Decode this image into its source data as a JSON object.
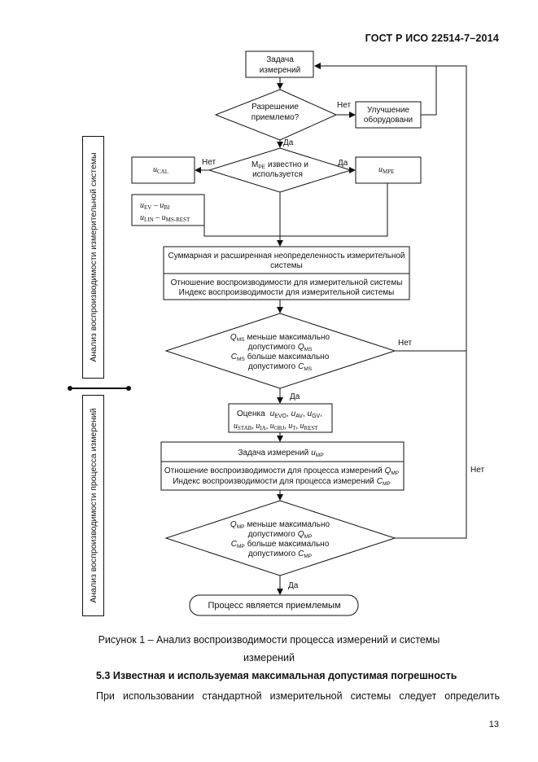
{
  "header": {
    "standard": "ГОСТ Р ИСО 22514-7–2014"
  },
  "side_labels": {
    "system": "Анализ воспроизводимости измерительной системы",
    "process": "Анализ воспроизводимости процесса измерений"
  },
  "flowchart": {
    "task": [
      "Задача",
      "измерений"
    ],
    "resolution": [
      "Разрешение",
      "приемлемо?"
    ],
    "improve": [
      "Улучшение",
      "оборудовани"
    ],
    "mpe_known": [
      "известно и",
      "используется"
    ],
    "mpe_sym": "M",
    "mpe_sub": "PE",
    "u_cal": "u",
    "u_cal_sub": "CAL",
    "u_mpe": "u",
    "u_mpe_sub": "MPE",
    "terms_line1": "u",
    "u_ev_sub": "EV",
    "u_bi_sub": "BI",
    "u_lin_sub": "LIN",
    "u_rest_sub": "MS-REST",
    "system_uncertainty": [
      "Суммарная и расширенная неопределенность измерительной",
      "системы"
    ],
    "system_capability": [
      "Отношение воспроизводимости для измерительной системы",
      "Индекс воспроизводимости для измерительной системы"
    ],
    "qms_text": "меньше максимально",
    "qms_text2": "допустимого",
    "cms_text": "больше максимально",
    "cms_text2": "допустимого",
    "q_sym": "Q",
    "c_sym": "C",
    "ms_sub": "MS",
    "mp_sub": "MP",
    "estimate": "Оценка",
    "estimate_line1_subs": [
      "EVO",
      "AV",
      "GV"
    ],
    "estimate_line2_subs": [
      "STAB",
      "IA",
      "OBJ",
      "T",
      "REST"
    ],
    "process_task": "Задача измерений",
    "process_capability": [
      "Отношение воспроизводимости для процесса измерений",
      "Индекс воспроизводимости для процесса измерений"
    ],
    "accepted": "Процесс является приемлемым",
    "yes": "Да",
    "no": "Нет"
  },
  "caption": {
    "line1": "Рисунок 1 – Анализ воспроизводимости процесса измерений и системы",
    "line2": "измерений"
  },
  "section": {
    "title": "5.3 Известная и используемая максимальная допустимая погрешность",
    "paragraph": "При использовании стандартной измерительной системы следует определить"
  },
  "page_number": "13"
}
